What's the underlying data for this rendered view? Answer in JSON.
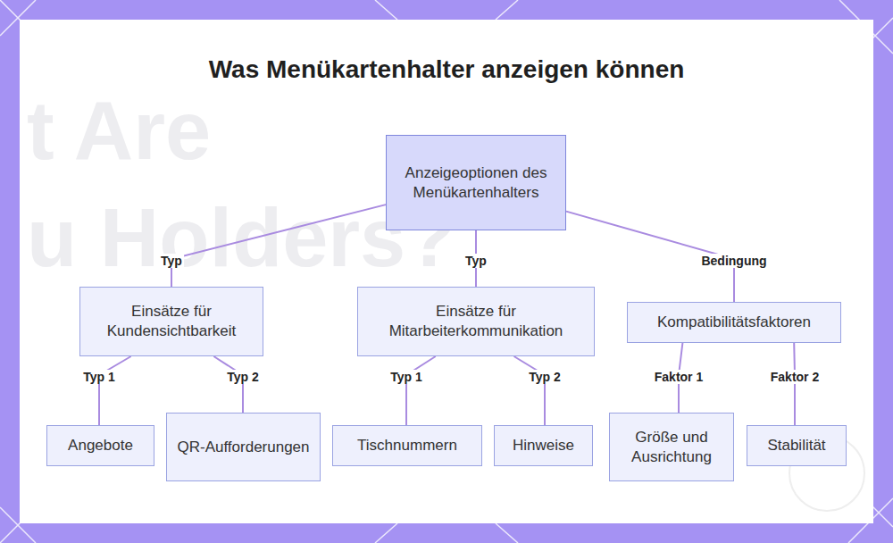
{
  "diagram": {
    "title": "Was Menükartenhalter anzeigen können",
    "nodes": [
      {
        "text": [
          "Anzeigeoptionen des Menükartenhalters"
        ]
      },
      {
        "text": [
          "Einsätze für Kundensichtbarkeit"
        ]
      },
      {
        "text": [
          "Einsätze für Mitarbeiterkommunikation"
        ]
      },
      {
        "text": [
          "Kompatibilitätsfaktoren"
        ]
      },
      {
        "text": [
          "Angebote"
        ]
      },
      {
        "text": [
          "QR-Aufforderungen"
        ]
      },
      {
        "text": [
          "Tischnummern"
        ]
      },
      {
        "text": [
          "Hinweise"
        ]
      },
      {
        "text": [
          "Größe und Ausrichtung"
        ]
      },
      {
        "text": [
          "Stabilität"
        ]
      }
    ],
    "edges": [
      {
        "from": 0,
        "to": 1,
        "label": "Typ",
        "arrow": "none"
      },
      {
        "from": 0,
        "to": 2,
        "label": "Typ",
        "arrow": "none"
      },
      {
        "from": 0,
        "to": 3,
        "label": "Bedingung",
        "arrow": "none"
      },
      {
        "from": 1,
        "to": 4,
        "label": "Typ 1",
        "arrow": "none"
      },
      {
        "from": 1,
        "to": 5,
        "label": "Typ 2",
        "arrow": "none"
      },
      {
        "from": 2,
        "to": 6,
        "label": "Typ 1",
        "arrow": "none"
      },
      {
        "from": 2,
        "to": 7,
        "label": "Typ 2",
        "arrow": "none"
      },
      {
        "from": 3,
        "to": 8,
        "label": "Faktor 1",
        "arrow": "none"
      },
      {
        "from": 3,
        "to": 9,
        "label": "Faktor 2",
        "arrow": "none"
      }
    ],
    "labels": [
      "t Are",
      "u Holders?"
    ]
  }
}
